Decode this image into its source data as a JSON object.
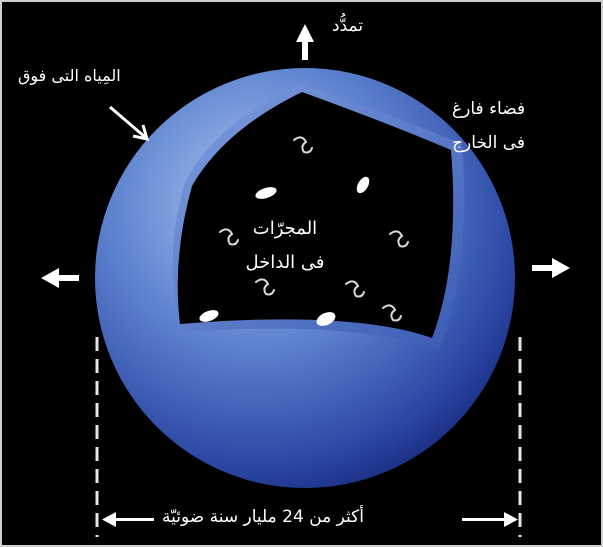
{
  "labels": {
    "expansion": "تمدُّد",
    "waters_above": "المِياه التى فوق",
    "empty_space_line1": "فضاء فارغ",
    "empty_space_line2": "فى الخارج",
    "galaxies_line1": "المجرّات",
    "galaxies_line2": "فى الداخل",
    "width": "أكثر من 24 مليار سنة ضوئيّة"
  },
  "colors": {
    "background": "#000000",
    "sphere_light": "#a9c4ee",
    "sphere_dark": "#17287a",
    "inner_rim": "#4d6fc0",
    "text": "#ffffff"
  }
}
